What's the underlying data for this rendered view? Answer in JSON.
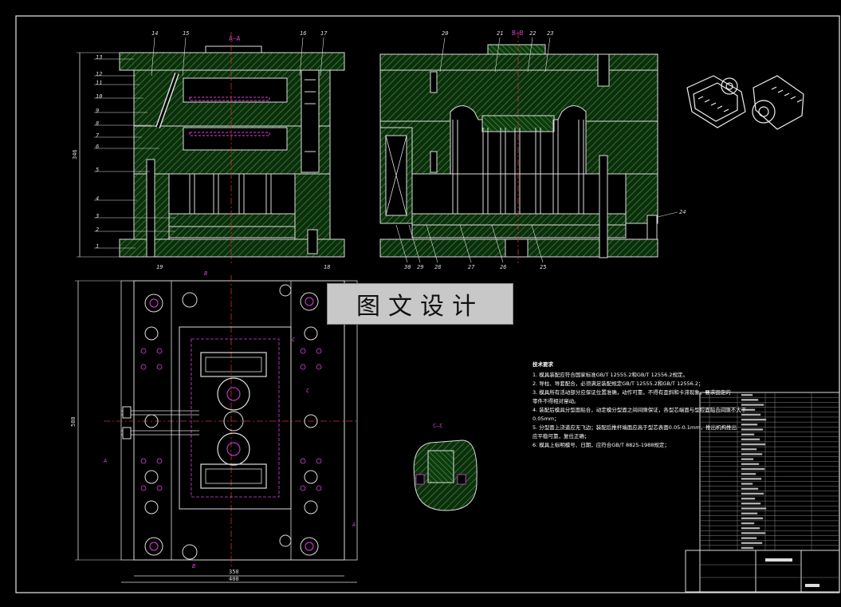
{
  "drawing": {
    "view_aa_label": "A–A",
    "view_bb_label": "B–B",
    "view_cc_label": "C–C",
    "height_dim": "346",
    "width_dim_inner": "350",
    "width_dim_outer": "400",
    "length_dim": "580",
    "left_part_numbers": [
      "13",
      "12",
      "11",
      "10",
      "9",
      "8",
      "7",
      "6",
      "5",
      "4",
      "3",
      "2",
      "1"
    ],
    "top_part_numbers_left": [
      "14",
      "15",
      "16",
      "17"
    ],
    "bottom_part_numbers_left": [
      "19",
      "18"
    ],
    "top_part_numbers_right": [
      "20",
      "21",
      "22",
      "23"
    ],
    "bottom_part_numbers_right": [
      "30",
      "29",
      "28",
      "27",
      "26",
      "25"
    ],
    "right_side_number": "24",
    "plan_section_marks": [
      "B",
      "B",
      "A",
      "A",
      "C",
      "C"
    ]
  },
  "watermark_text": "图文设计",
  "technical_notes": {
    "heading": "技术要求",
    "lines": [
      "1. 模具装配应符合国家标准GB/T 12555.2和GB/T 12556.2规定。",
      "2. 导柱、导套配合，必须满足装配规定GB/T 12555.2和GB/T 12556.2；",
      "3. 模具所有活动部分应保证位置准确，动作可靠，不得有歪斜和卡滞现象，要求固定的",
      "   零件不得相对窜动。",
      "4. 装配后模具分型面贴合，动定模分型面之间间隙保证，各型芯端面与型腔面贴合间隙不大于",
      "   0.05mm；",
      "5. 分型面上浇道应无飞边；装配后推杆端面应高于型芯表面0.05-0.1mm，推出机构推出",
      "   应平稳可靠，复位正确；",
      "6. 模具上标明模号、日期，应符合GB/T 8825-1988规定；"
    ]
  },
  "title_block": {
    "rows": 32
  }
}
